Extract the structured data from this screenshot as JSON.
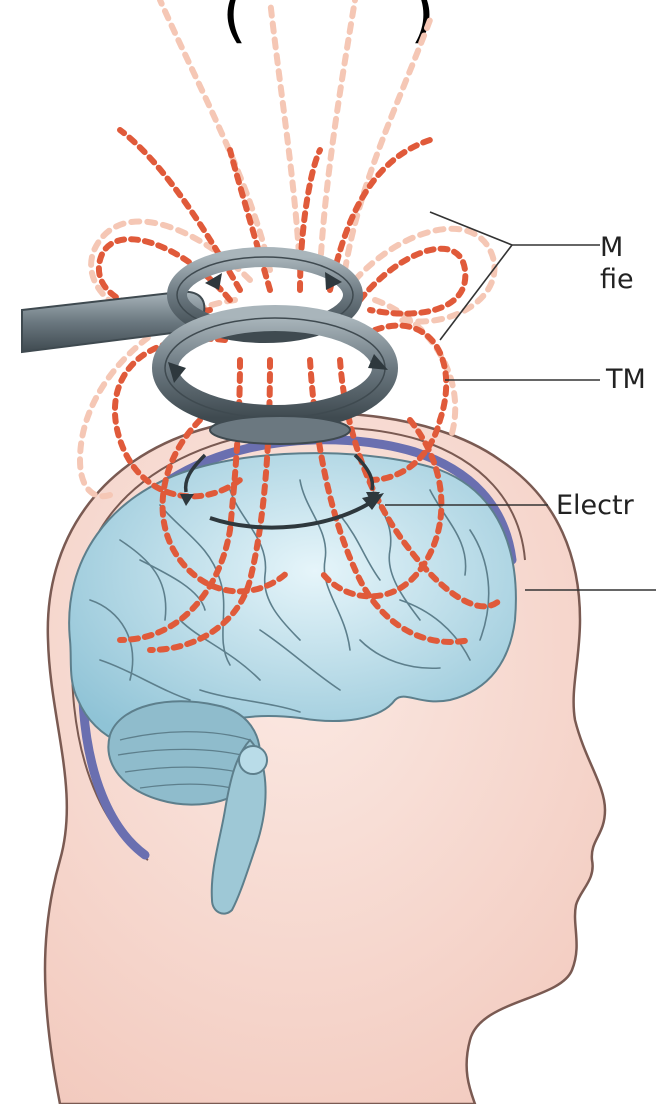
{
  "colors": {
    "skin": "#f6d6cc",
    "skin_edge": "#7a5a52",
    "brain": "#a8d2e0",
    "brain_light": "#d8eef5",
    "brain_line": "#5d7f8c",
    "cerebellum": "#8fbccc",
    "membrane": "#6a6fb0",
    "coil": "#6b7880",
    "coil_light": "#b9c4ca",
    "field": "#e05a3a",
    "field_faint": "#f5c7b5",
    "leader": "#333333"
  },
  "top_text": {
    "left": "(",
    "right": ")"
  },
  "labels": {
    "magnetic_line1": "M",
    "magnetic_line2": "fie",
    "tms": "TM",
    "electric": "Electr",
    "brain": ""
  },
  "icons": {
    "coil": "tms-coil-icon",
    "head": "head-silhouette-icon",
    "brain": "brain-icon"
  }
}
